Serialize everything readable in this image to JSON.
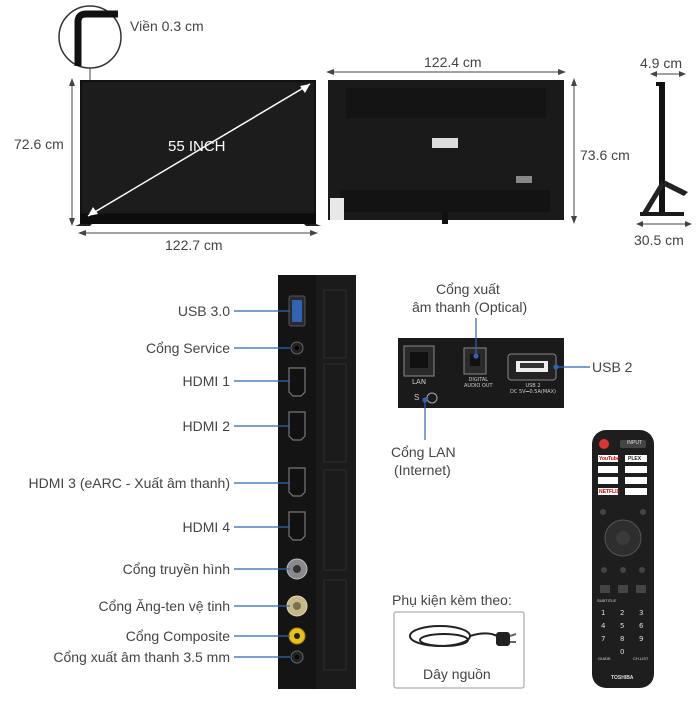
{
  "dimensions": {
    "bezel": "Viền 0.3 cm",
    "front_height": "72.6 cm",
    "front_width": "122.7 cm",
    "diagonal": "55 INCH",
    "back_width": "122.4 cm",
    "back_height": "73.6 cm",
    "side_depth_top": "4.9 cm",
    "side_depth_stand": "30.5 cm"
  },
  "ports_left": [
    "USB 3.0",
    "Cổng Service",
    "HDMI 1",
    "HDMI 2",
    "HDMI 3 (eARC - Xuất âm thanh)",
    "HDMI 4",
    "Cổng truyền hình",
    "Cổng Ăng-ten vệ tinh",
    "Cổng Composite",
    "Cổng xuất âm thanh 3.5 mm"
  ],
  "ports_right": {
    "optical_line1": "Cổng xuất",
    "optical_line2": "âm thanh (Optical)",
    "usb2": "USB 2",
    "lan_line1": "Cổng LAN",
    "lan_line2": "(Internet)",
    "panel_lan": "LAN",
    "panel_digital_line1": "DIGITAL",
    "panel_digital_line2": "AUDIO OUT",
    "panel_usb_line1": "USB 2",
    "panel_usb_line2": "DC 5V⎓0.5A(MAX)",
    "panel_s": "S"
  },
  "accessories": {
    "title": "Phụ kiện kèm theo:",
    "item": "Dây nguồn"
  },
  "remote": {
    "brand": "TOSHIBA",
    "youtube": "YouTube",
    "plex": "PLEX",
    "netflix": "NETFLIX",
    "input": "INPUT",
    "digits": [
      "1",
      "2",
      "3",
      "4",
      "5",
      "6",
      "7",
      "8",
      "9",
      "0"
    ],
    "subtitle": "SUBTITLE",
    "guide": "GUIDE",
    "ch_list": "CH.LIST"
  }
}
